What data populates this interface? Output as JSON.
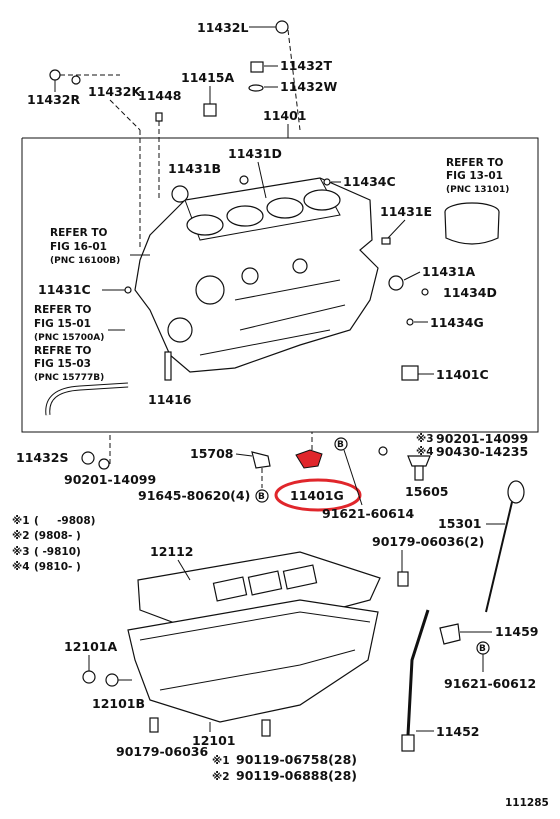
{
  "colors": {
    "highlight": "#e0262b",
    "ink": "#111111"
  },
  "labels": {
    "p11432L": "11432L",
    "p11432T": "11432T",
    "p11415A": "11415A",
    "p11432W": "11432W",
    "p11432R": "11432R",
    "p11432K": "11432K",
    "p11448": "11448",
    "p11401": "11401",
    "p11431D": "11431D",
    "p11431B": "11431B",
    "p11434C": "11434C",
    "p11431E": "11431E",
    "p11431A": "11431A",
    "p11434D": "11434D",
    "p11431C": "11431C",
    "p11434G": "11434G",
    "p11401C": "11401C",
    "p11416": "11416",
    "p11432S": "11432S",
    "p90201_1": "90201-14099",
    "p15708": "15708",
    "p91645": "91645-80620(4)",
    "p11401G": "11401G",
    "p91621a": "91621-60614",
    "p90201_2": "90201-14099",
    "p90430": "90430-14235",
    "p15605": "15605",
    "p15301": "15301",
    "p12112": "12112",
    "p90179a": "90179-06036(2)",
    "p11459": "11459",
    "p12101A": "12101A",
    "p91621b": "91621-60612",
    "p12101B": "12101B",
    "p11452": "11452",
    "p90179b": "90179-06036",
    "p12101": "12101",
    "p90119a": "90119-06758(28)",
    "p90119b": "90119-06888(28)",
    "figno": "111285"
  },
  "markers": {
    "m1": "※1",
    "m2": "※2",
    "m3": "※3",
    "m4": "※4",
    "circleB": "B"
  },
  "references": {
    "piston_1": "REFER TO",
    "piston_2": "FIG 13-01",
    "piston_3": "(PNC 13101)",
    "fig16_1": "REFER TO",
    "fig16_2": "FIG 16-01",
    "fig16_3": "(PNC 16100B)",
    "fig15_1": "REFER TO",
    "fig15_2": "FIG 15-01",
    "fig15_3": "(PNC 15700A)",
    "fig15_4": "REFRE TO",
    "fig15_5": "FIG 15-03",
    "fig15_6": "(PNC 15777B)"
  },
  "legend": [
    {
      "mark": "※1",
      "range": "(     -9808)"
    },
    {
      "mark": "※2",
      "range": "(9808-     )"
    },
    {
      "mark": "※3",
      "range": "(     -9810)"
    },
    {
      "mark": "※4",
      "range": "(9810-     )"
    }
  ]
}
